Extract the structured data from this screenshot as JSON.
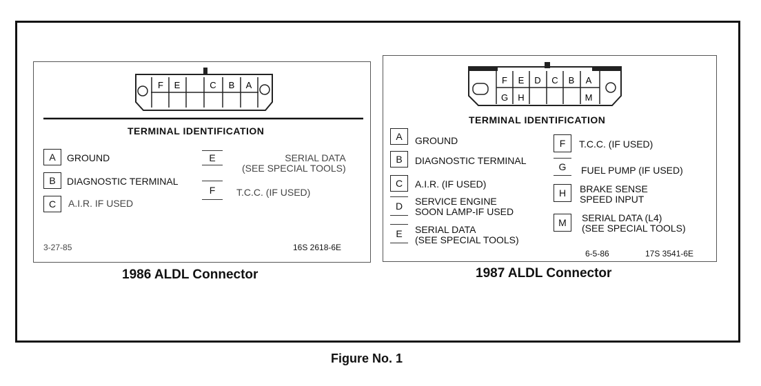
{
  "figure_caption": "Figure No. 1",
  "connector_1986": {
    "caption": "1986 ALDL Connector",
    "heading": "TERMINAL IDENTIFICATION",
    "pins_top": [
      "F",
      "E",
      "C",
      "B",
      "A"
    ],
    "terminals": [
      {
        "letter": "A",
        "label": "GROUND"
      },
      {
        "letter": "B",
        "label": "DIAGNOSTIC TERMINAL"
      },
      {
        "letter": "C",
        "label": "A.I.R. IF USED"
      },
      {
        "letter": "E",
        "label": "SERIAL DATA\n(SEE SPECIAL TOOLS)"
      },
      {
        "letter": "F",
        "label": "T.C.C. (IF USED)"
      }
    ],
    "date": "3-27-85",
    "part_no": "16S 2618-6E"
  },
  "connector_1987": {
    "caption": "1987 ALDL Connector",
    "heading": "TERMINAL IDENTIFICATION",
    "pins_top": [
      "F",
      "E",
      "D",
      "C",
      "B",
      "A"
    ],
    "pins_bottom": [
      "G",
      "H",
      "M"
    ],
    "terminals": [
      {
        "letter": "A",
        "label": "GROUND"
      },
      {
        "letter": "B",
        "label": "DIAGNOSTIC TERMINAL"
      },
      {
        "letter": "C",
        "label": "A.I.R. (IF USED)"
      },
      {
        "letter": "D",
        "label": "SERVICE ENGINE\nSOON LAMP-IF USED"
      },
      {
        "letter": "E",
        "label": "SERIAL DATA\n(SEE SPECIAL TOOLS)"
      },
      {
        "letter": "F",
        "label": "T.C.C. (IF USED)"
      },
      {
        "letter": "G",
        "label": "FUEL PUMP (IF USED)"
      },
      {
        "letter": "H",
        "label": "BRAKE SENSE\nSPEED INPUT"
      },
      {
        "letter": "M",
        "label": "SERIAL DATA (L4)\n(SEE SPECIAL TOOLS)"
      }
    ],
    "date": "6-5-86",
    "part_no": "17S 3541-6E"
  }
}
